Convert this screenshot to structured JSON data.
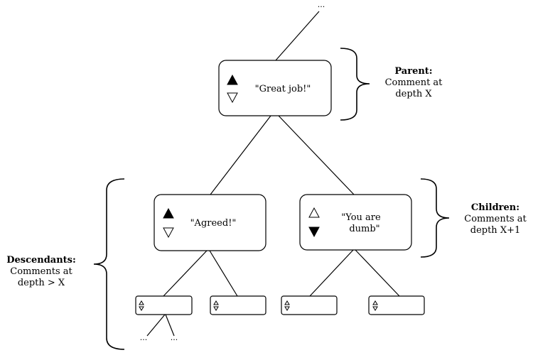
{
  "top_ellipsis": "...",
  "bottom_ellipsis_left": "...",
  "bottom_ellipsis_right": "...",
  "parent": {
    "text": "\"Great job!\"",
    "vote": "up"
  },
  "child_left": {
    "text": "\"Agreed!\"",
    "vote": "up"
  },
  "child_right": {
    "text_line1": "\"You are",
    "text_line2": "dumb\"",
    "vote": "down"
  },
  "labels": {
    "parent_title": "Parent:",
    "parent_line1": "Comment at",
    "parent_line2": "depth X",
    "children_title": "Children:",
    "children_line1": "Comments at",
    "children_line2": "depth X+1",
    "descendants_title": "Descendants:",
    "descendants_line1": "Comments at",
    "descendants_line2": "depth > X"
  },
  "icons": {
    "upvote": "upvote-arrow-icon",
    "downvote": "downvote-arrow-icon"
  }
}
